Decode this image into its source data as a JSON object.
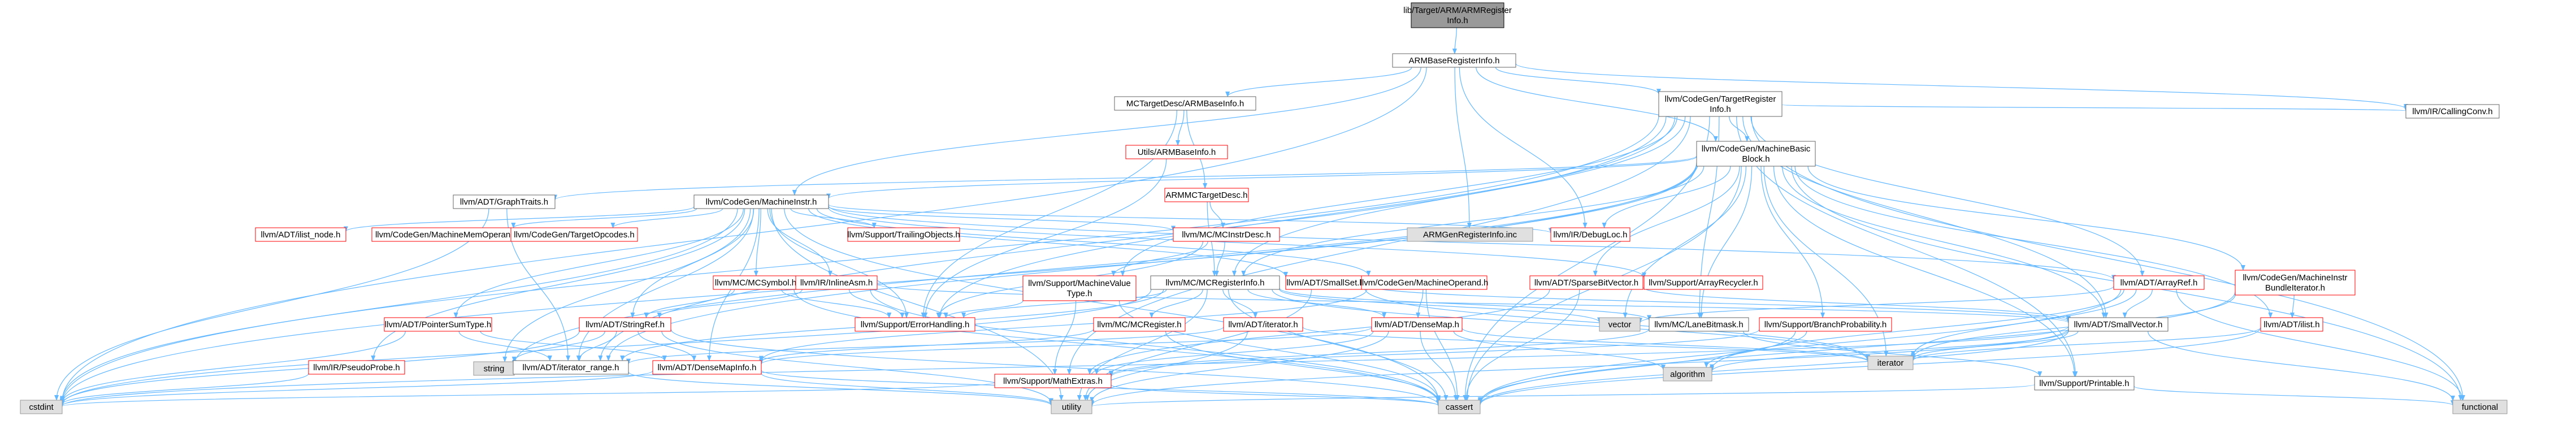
{
  "title": "lib/Target/ARM/ARMRegisterInfo.h include dependency graph",
  "colors": {
    "root_fill": "#999999",
    "node_fill": "#ffffff",
    "node_stroke": "#666666",
    "missing_fill": "#e0e0e0",
    "missing_stroke": "#999999",
    "red": "#ff0000",
    "edge": "#63b8ff"
  },
  "nodes": [
    {
      "id": "root",
      "lines": [
        "lib/Target/ARM/ARMRegister",
        "Info.h"
      ],
      "style": "root"
    },
    {
      "id": "armbase",
      "lines": [
        "ARMBaseRegisterInfo.h"
      ],
      "style": "normal"
    },
    {
      "id": "mctdbase",
      "lines": [
        "MCTargetDesc/ARMBaseInfo.h"
      ],
      "style": "normal"
    },
    {
      "id": "tri",
      "lines": [
        "llvm/CodeGen/TargetRegister",
        "Info.h"
      ],
      "style": "normal"
    },
    {
      "id": "callconv",
      "lines": [
        "llvm/IR/CallingConv.h"
      ],
      "style": "normal"
    },
    {
      "id": "utilsbase",
      "lines": [
        "Utils/ARMBaseInfo.h"
      ],
      "style": "red"
    },
    {
      "id": "mbb",
      "lines": [
        "llvm/CodeGen/MachineBasic",
        "Block.h"
      ],
      "style": "normal"
    },
    {
      "id": "armmctd",
      "lines": [
        "ARMMCTargetDesc.h"
      ],
      "style": "red"
    },
    {
      "id": "graphtraits",
      "lines": [
        "llvm/ADT/GraphTraits.h"
      ],
      "style": "normal"
    },
    {
      "id": "minstr",
      "lines": [
        "llvm/CodeGen/MachineInstr.h"
      ],
      "style": "normal"
    },
    {
      "id": "armgen",
      "lines": [
        "ARMGenRegisterInfo.inc"
      ],
      "style": "missing"
    },
    {
      "id": "dbgloc",
      "lines": [
        "llvm/IR/DebugLoc.h"
      ],
      "style": "red"
    },
    {
      "id": "ilistnode",
      "lines": [
        "llvm/ADT/ilist_node.h"
      ],
      "style": "red"
    },
    {
      "id": "mmo",
      "lines": [
        "llvm/CodeGen/MachineMemOperand.h"
      ],
      "style": "red"
    },
    {
      "id": "topc",
      "lines": [
        "llvm/CodeGen/TargetOpcodes.h"
      ],
      "style": "red"
    },
    {
      "id": "trailing",
      "lines": [
        "llvm/Support/TrailingObjects.h"
      ],
      "style": "red"
    },
    {
      "id": "mcinstrdesc",
      "lines": [
        "llvm/MC/MCInstrDesc.h"
      ],
      "style": "red"
    },
    {
      "id": "arrayrecycler",
      "lines": [
        "llvm/Support/ArrayRecycler.h"
      ],
      "style": "red"
    },
    {
      "id": "mvt",
      "lines": [
        "llvm/Support/MachineValue",
        "Type.h"
      ],
      "style": "red"
    },
    {
      "id": "mcreginfo",
      "lines": [
        "llvm/MC/MCRegisterInfo.h"
      ],
      "style": "normal"
    },
    {
      "id": "smallset",
      "lines": [
        "llvm/ADT/SmallSet.h"
      ],
      "style": "red"
    },
    {
      "id": "mop",
      "lines": [
        "llvm/CodeGen/MachineOperand.h"
      ],
      "style": "red"
    },
    {
      "id": "sparsebv",
      "lines": [
        "llvm/ADT/SparseBitVector.h"
      ],
      "style": "red"
    },
    {
      "id": "arrayref",
      "lines": [
        "llvm/ADT/ArrayRef.h"
      ],
      "style": "red"
    },
    {
      "id": "bundleiter",
      "lines": [
        "llvm/CodeGen/MachineInstr",
        "BundleIterator.h"
      ],
      "style": "red"
    },
    {
      "id": "mcsymbol",
      "lines": [
        "llvm/MC/MCSymbol.h"
      ],
      "style": "red"
    },
    {
      "id": "inlineasm",
      "lines": [
        "llvm/IR/InlineAsm.h"
      ],
      "style": "red"
    },
    {
      "id": "pst",
      "lines": [
        "llvm/ADT/PointerSumType.h"
      ],
      "style": "red"
    },
    {
      "id": "stringref",
      "lines": [
        "llvm/ADT/StringRef.h"
      ],
      "style": "red"
    },
    {
      "id": "errh",
      "lines": [
        "llvm/Support/ErrorHandling.h"
      ],
      "style": "red"
    },
    {
      "id": "mcregister",
      "lines": [
        "llvm/MC/MCRegister.h"
      ],
      "style": "red"
    },
    {
      "id": "adtiter",
      "lines": [
        "llvm/ADT/iterator.h"
      ],
      "style": "red"
    },
    {
      "id": "densemap",
      "lines": [
        "llvm/ADT/DenseMap.h"
      ],
      "style": "red"
    },
    {
      "id": "vector",
      "lines": [
        "vector"
      ],
      "style": "missing"
    },
    {
      "id": "lanebm",
      "lines": [
        "llvm/MC/LaneBitmask.h"
      ],
      "style": "normal"
    },
    {
      "id": "branchprob",
      "lines": [
        "llvm/Support/BranchProbability.h"
      ],
      "style": "red"
    },
    {
      "id": "smallvec",
      "lines": [
        "llvm/ADT/SmallVector.h"
      ],
      "style": "normal"
    },
    {
      "id": "ilist",
      "lines": [
        "llvm/ADT/ilist.h"
      ],
      "style": "red"
    },
    {
      "id": "pseudoprobe",
      "lines": [
        "llvm/IR/PseudoProbe.h"
      ],
      "style": "red"
    },
    {
      "id": "string",
      "lines": [
        "string"
      ],
      "style": "missing"
    },
    {
      "id": "iterrange",
      "lines": [
        "llvm/ADT/iterator_range.h"
      ],
      "style": "normal"
    },
    {
      "id": "densemapinfo",
      "lines": [
        "llvm/ADT/DenseMapInfo.h"
      ],
      "style": "red"
    },
    {
      "id": "mathextras",
      "lines": [
        "llvm/Support/MathExtras.h"
      ],
      "style": "red"
    },
    {
      "id": "algorithm",
      "lines": [
        "algorithm"
      ],
      "style": "missing"
    },
    {
      "id": "iterator",
      "lines": [
        "iterator"
      ],
      "style": "missing"
    },
    {
      "id": "printable",
      "lines": [
        "llvm/Support/Printable.h"
      ],
      "style": "normal"
    },
    {
      "id": "cstdint",
      "lines": [
        "cstdint"
      ],
      "style": "missing"
    },
    {
      "id": "utility",
      "lines": [
        "utility"
      ],
      "style": "missing"
    },
    {
      "id": "cassert",
      "lines": [
        "cassert"
      ],
      "style": "missing"
    },
    {
      "id": "functional",
      "lines": [
        "functional"
      ],
      "style": "missing"
    }
  ]
}
